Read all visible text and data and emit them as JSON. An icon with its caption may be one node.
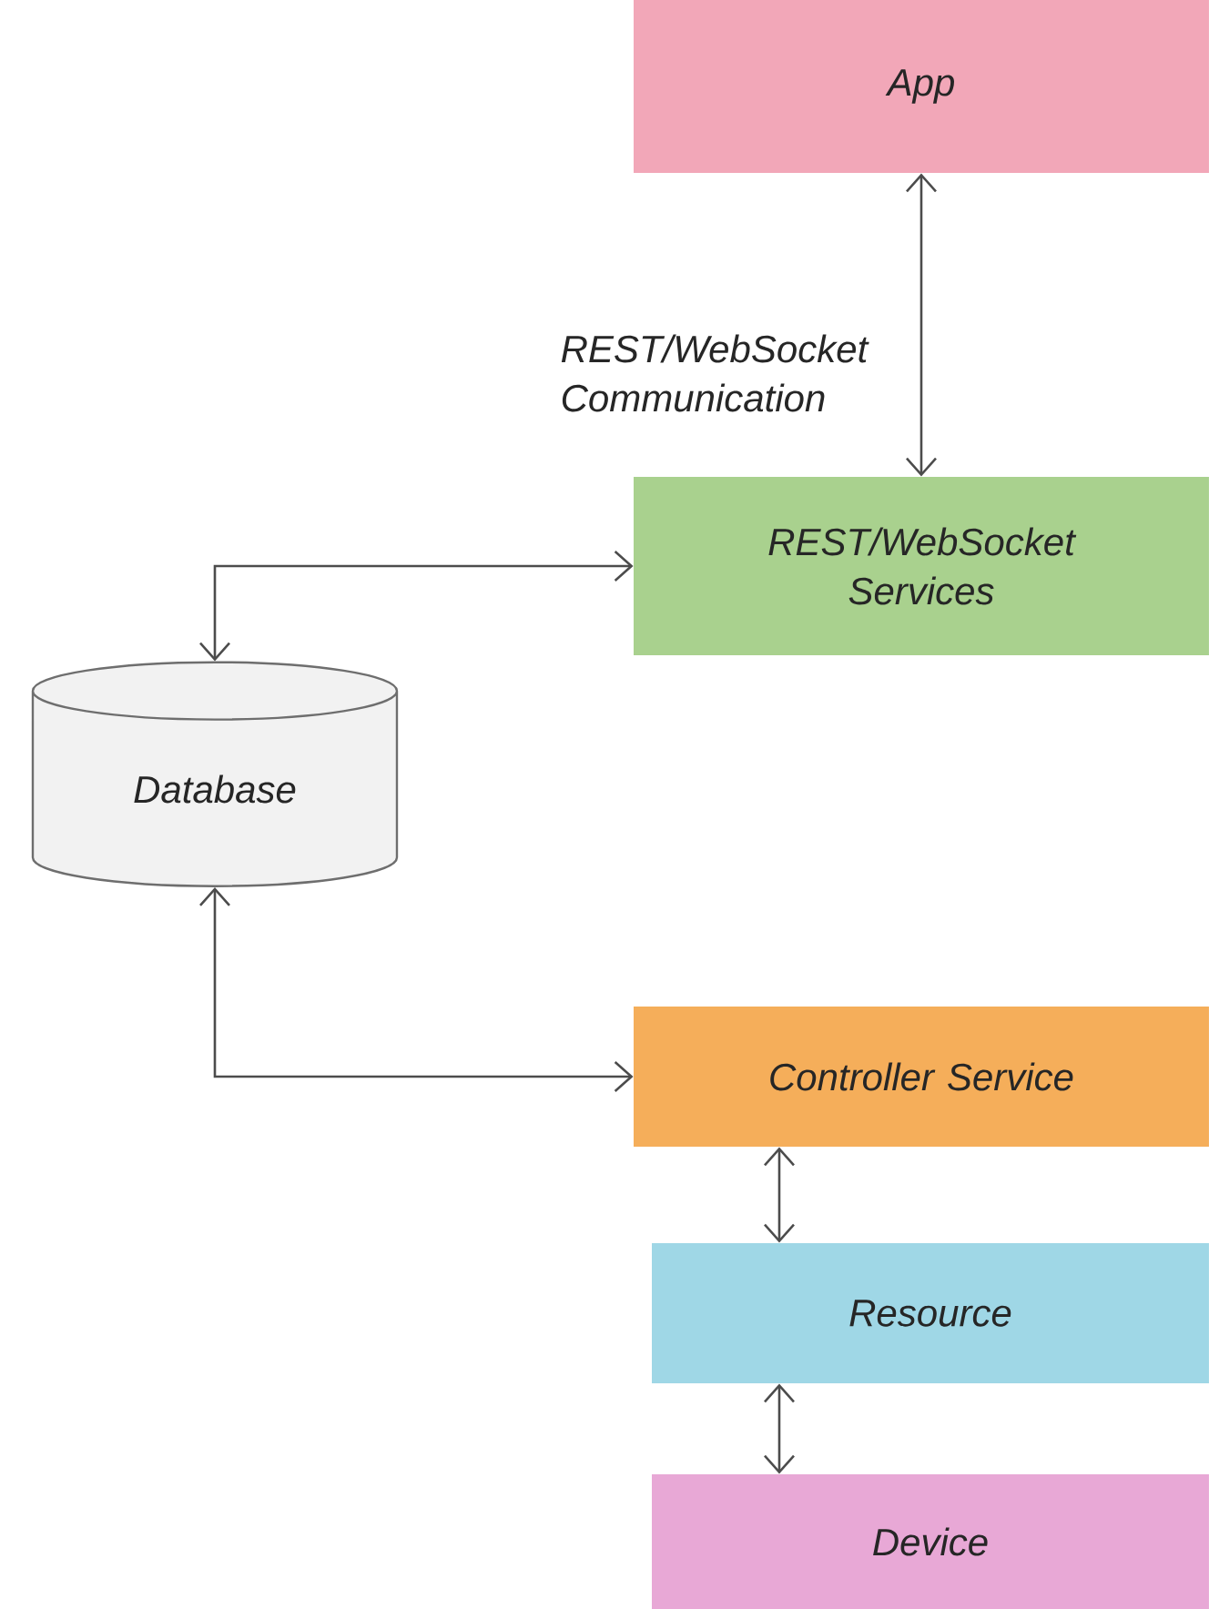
{
  "diagram": {
    "nodes": [
      {
        "text": [
          "App"
        ]
      },
      {
        "text": [
          "REST/WebSocket Services"
        ]
      },
      {
        "text": [
          "Database"
        ]
      },
      {
        "text": [
          "Controller Service"
        ]
      },
      {
        "text": [
          "Resource"
        ]
      },
      {
        "text": [
          "Device"
        ]
      }
    ],
    "edges": [
      {
        "from": 0,
        "to": 1,
        "arrow": "both",
        "label": "REST/WebSocket Communication"
      },
      {
        "from": 2,
        "to": 1,
        "arrow": "both"
      },
      {
        "from": 2,
        "to": 3,
        "arrow": "both"
      },
      {
        "from": 3,
        "to": 4,
        "arrow": "both"
      },
      {
        "from": 4,
        "to": 5,
        "arrow": "both"
      }
    ]
  }
}
